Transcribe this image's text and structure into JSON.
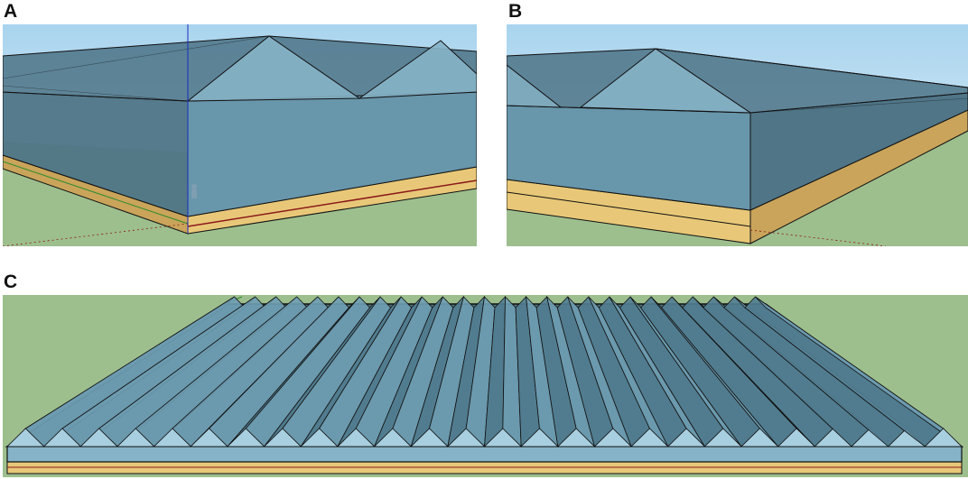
{
  "panels": [
    {
      "id": "A",
      "label": "A"
    },
    {
      "id": "B",
      "label": "B"
    },
    {
      "id": "C",
      "label": "C"
    }
  ],
  "colors": {
    "sky_top": "#a9d4ee",
    "sky_bottom": "#e8f3fa",
    "ground": "#9dbf8e",
    "wall_front": "#6896ab",
    "wall_side": "#4f7587",
    "roof_glass": "#86b3c7",
    "roof_dark": "#3f6678",
    "slab_top": "#e8c878",
    "slab_side": "#c9a45a",
    "edge": "#111111",
    "axis_red": "#8b1a1a",
    "axis_green": "#2e8b2e",
    "axis_blue": "#1a2bbd"
  },
  "panel_c": {
    "ridge_count": 26
  }
}
